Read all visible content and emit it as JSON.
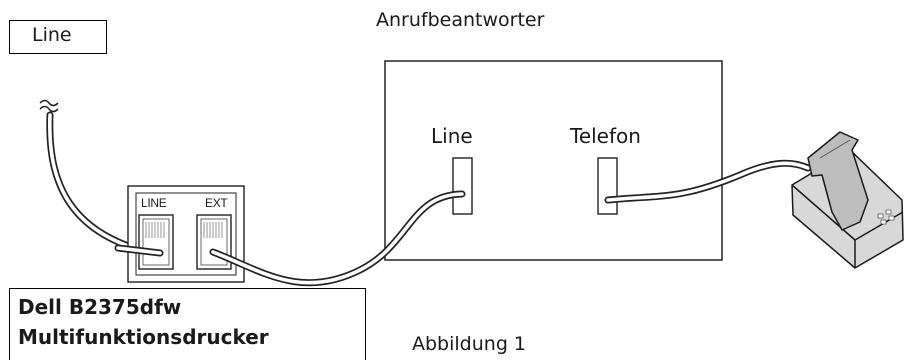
{
  "diagram": {
    "title": "Anrufbeantworter",
    "caption": "Abbildung 1",
    "wall_line_label": "Line",
    "printer": {
      "name_line1": "Dell B2375dfw",
      "name_line2": "Multifunktionsdrucker",
      "port_line": "LINE",
      "port_ext": "EXT"
    },
    "answering_machine": {
      "port_line": "Line",
      "port_phone": "Telefon"
    },
    "icons": [
      "wall-jack-wave-icon",
      "telephone-handset-icon"
    ]
  }
}
